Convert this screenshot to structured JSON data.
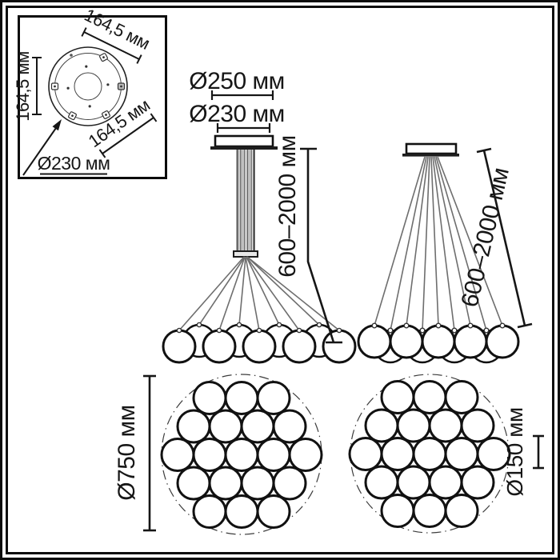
{
  "inset": {
    "spacing_top_label": "164,5 мм",
    "spacing_left_label": "164,5 мм",
    "spacing_bottom_label": "164,5 мм",
    "plate_diameter_label": "Ø230 мм"
  },
  "front_view": {
    "canopy_outer_diameter_label": "Ø250 мм",
    "canopy_inner_diameter_label": "Ø230 мм",
    "height_range_label": "600–2000 мм"
  },
  "spread_view": {
    "height_range_label": "600–2000 мм"
  },
  "bottom_view_left": {
    "cluster_diameter_label": "Ø750 мм"
  },
  "bottom_view_right": {
    "ball_diameter_label": "Ø150 мм"
  },
  "colors": {
    "line": "#161616",
    "cable": "#777777",
    "background": "#ffffff"
  }
}
